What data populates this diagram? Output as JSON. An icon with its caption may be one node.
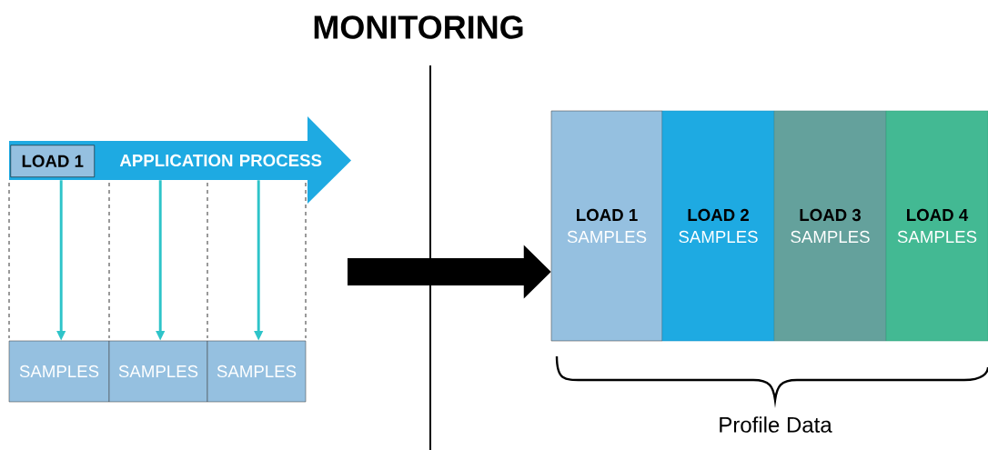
{
  "diagram": {
    "title": "MONITORING",
    "nodes": [
      {
        "text": [
          "APPLICATION PROCESS"
        ]
      },
      {
        "text": [
          "LOAD 1"
        ],
        "in": 0
      },
      {
        "text": [
          "SAMPLES"
        ]
      },
      {
        "text": [
          "SAMPLES"
        ]
      },
      {
        "text": [
          "SAMPLES"
        ]
      },
      {
        "text": [
          "LOAD 1",
          "SAMPLES"
        ]
      },
      {
        "text": [
          "LOAD 2",
          "SAMPLES"
        ]
      },
      {
        "text": [
          "LOAD 3",
          "SAMPLES"
        ]
      },
      {
        "text": [
          "LOAD 4",
          "SAMPLES"
        ]
      }
    ],
    "edges": [
      {
        "from": 0,
        "to": 2,
        "arrow": "to"
      },
      {
        "from": 0,
        "to": 3,
        "arrow": "to"
      },
      {
        "from": 0,
        "to": 4,
        "arrow": "to"
      },
      {
        "from": null,
        "to": 5,
        "arrow": "to",
        "style": "thick",
        "color": "#000000"
      }
    ],
    "labels": [
      "Profile Data"
    ]
  }
}
